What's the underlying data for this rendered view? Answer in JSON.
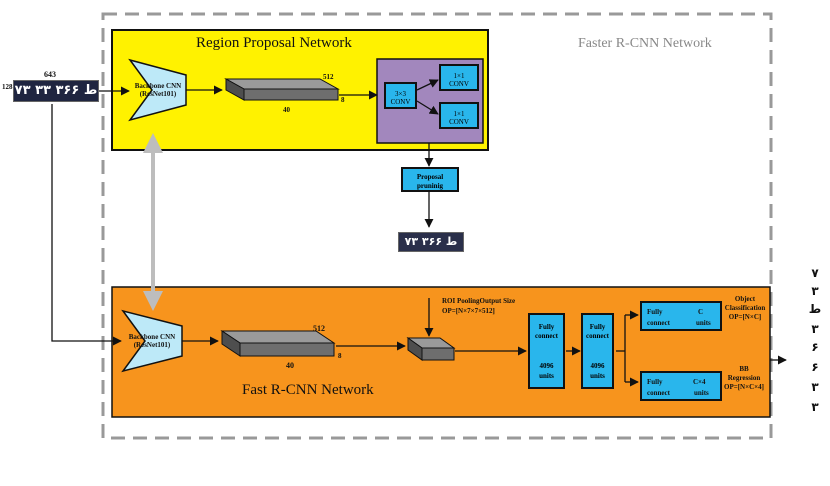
{
  "frame": {
    "title": "Faster R-CNN Network"
  },
  "input": {
    "width": "643",
    "height": "128",
    "plate_text": "۷۳ ط ۳۶۶ ۳۳"
  },
  "rpn": {
    "title": "Region Proposal Network",
    "backbone": {
      "line1": "Backbone CNN",
      "line2": "(ResNet101)"
    },
    "feature": {
      "depth": "512",
      "width": "40",
      "height": "8"
    },
    "conv3": {
      "line1": "3×3",
      "line2": "CONV"
    },
    "conv1a": {
      "line1": "1×1",
      "line2": "CONV"
    },
    "conv1b": {
      "line1": "1×1",
      "line2": "CONV"
    }
  },
  "pruning": {
    "line1": "Proposal",
    "line2": "pruninig"
  },
  "roi_plate": {
    "text": "۷۳ ط ۳۶۶ ۳۳"
  },
  "fast": {
    "title": "Fast R-CNN Network",
    "backbone": {
      "line1": "Backbone CNN",
      "line2": "(ResNet101)"
    },
    "feature": {
      "depth": "512",
      "width": "40",
      "height": "8"
    },
    "roi_label": {
      "line1": "ROI PoolingOutput Size",
      "line2": "OP=[N×7×7×512]"
    },
    "fc1": {
      "line1": "Fully",
      "line2": "connect",
      "line3": "4096",
      "line4": "units"
    },
    "fc2": {
      "line1": "Fully",
      "line2": "connect",
      "line3": "4096",
      "line4": "units"
    },
    "fc_cls": {
      "line1": "Fully",
      "line2": "connect",
      "right1": "C",
      "right2": "units"
    },
    "fc_reg": {
      "line1": "Fully",
      "line2": "connect",
      "right1": "C×4",
      "right2": "units"
    },
    "cls_label": {
      "line1": "Object",
      "line2": "Classification",
      "line3": "OP=[N×C]"
    },
    "reg_label": {
      "line1": "BB",
      "line2": "Regression",
      "line3": "OP=[N×C×4]"
    }
  },
  "output_chars": [
    "۷",
    "۳",
    "ط",
    "۳",
    "۶",
    "۶",
    "۳",
    "۳"
  ],
  "colors": {
    "rpn_fill": "#fff200",
    "fast_fill": "#f7941d",
    "cyan": "#29b6ec",
    "purple": "#a287bd",
    "connector": "#c0c0c0"
  }
}
